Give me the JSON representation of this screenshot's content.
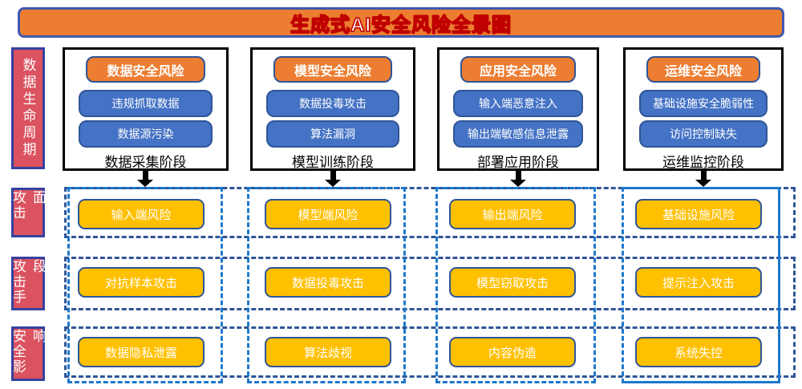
{
  "title": "生成式AI安全风险全景图",
  "colors": {
    "banner_orange": "#ED7D31",
    "title_text_outline": "#C00000",
    "pill_blue": "#4472C4",
    "dark_blue_border": "#2F5597",
    "sidebar_red": "#DB5260",
    "sidebar_border_blue": "#3642A0",
    "gold": "#FFC000",
    "grid_navy_dashed": "#2F5597",
    "grid_bright_blue_dashed": "#1E78CC"
  },
  "sidebar": {
    "labels": [
      "数据生命周期",
      "攻击面",
      "攻击手段",
      "安全影响"
    ]
  },
  "lifecycle": {
    "columns": [
      {
        "header": "数据安全风险",
        "item1": "违规抓取数据",
        "item2": "数据源污染",
        "stage": "数据采集阶段"
      },
      {
        "header": "模型安全风险",
        "item1": "数据投毒攻击",
        "item2": "算法漏洞",
        "stage": "模型训练阶段"
      },
      {
        "header": "应用安全风险",
        "item1": "输入端恶意注入",
        "item2": "输出端敏感信息泄露",
        "stage": "部署应用阶段"
      },
      {
        "header": "运维安全风险",
        "item1": "基础设施安全脆弱性",
        "item2": "访问控制缺失",
        "stage": "运维监控阶段"
      }
    ]
  },
  "grid": {
    "rows": [
      {
        "label": "攻击面",
        "cells": [
          "输入端风险",
          "模型端风险",
          "输出端风险",
          "基础设施风险"
        ]
      },
      {
        "label": "攻击手段",
        "cells": [
          "对抗样本攻击",
          "数据投毒攻击",
          "模型窃取攻击",
          "提示注入攻击"
        ]
      },
      {
        "label": "安全影响",
        "cells": [
          "数据隐私泄露",
          "算法歧视",
          "内容伪造",
          "系统失控"
        ]
      }
    ]
  }
}
